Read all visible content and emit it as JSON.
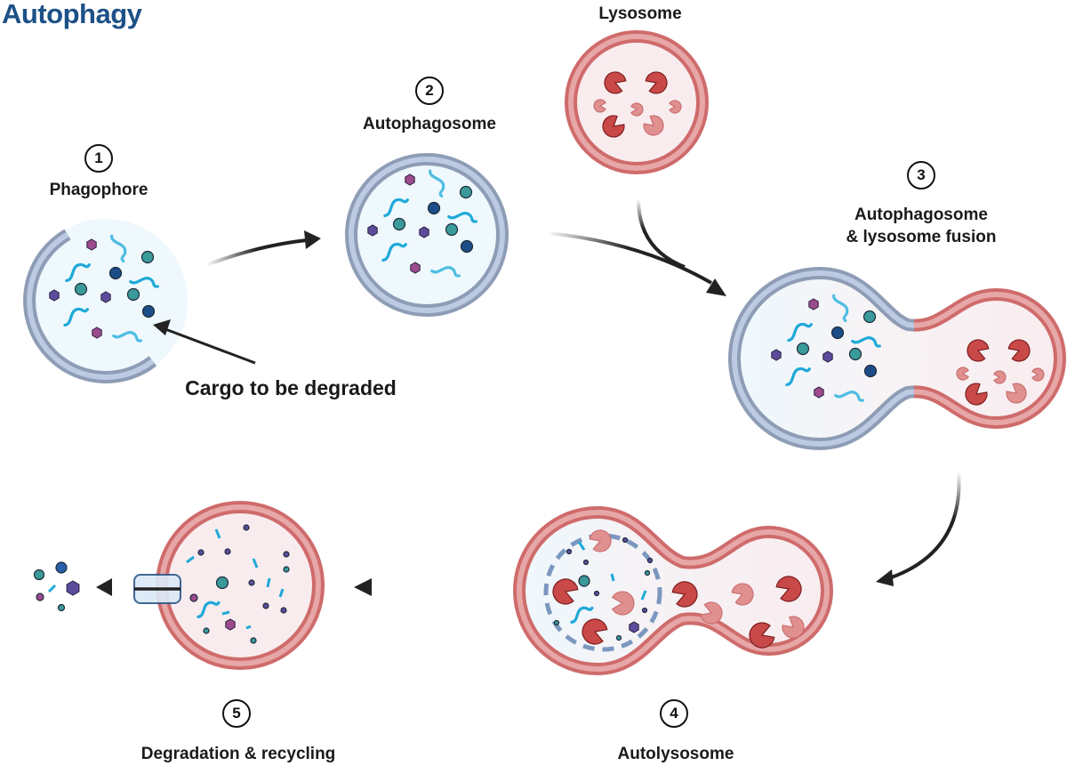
{
  "title": "Autophagy",
  "colors": {
    "title": "#1d5187",
    "autophagosome_membrane_outer": "#8e9db5",
    "autophagosome_membrane_inner": "#bccbe3",
    "autophagosome_lumen": "#eef8fd",
    "lysosome_membrane_outer": "#cf6b6b",
    "lysosome_membrane_inner": "#e7a7a7",
    "lysosome_lumen": "#f9ecef",
    "enzyme_active": "#c94848",
    "enzyme_inactive": "#e19090",
    "protein_wave": "#1ea9d8",
    "protein_wave_light": "#4fbde3",
    "teal_particle": "#3a9a9a",
    "navy_particle": "#1c4d86",
    "purple_hexagon": "#5b4d9c",
    "magenta_hexagon": "#9c4b8c",
    "arrow": "#222222",
    "transporter": "#dce9f7",
    "transporter_border": "#2f5c8a"
  },
  "steps": [
    {
      "number": "1",
      "label": "Phagophore"
    },
    {
      "number": "2",
      "label": "Autophagosome"
    },
    {
      "number": "3",
      "label_line1": "Autophagosome",
      "label_line2": "& lysosome fusion"
    },
    {
      "number": "4",
      "label": "Autolysosome"
    },
    {
      "number": "5",
      "label": "Degradation & recycling"
    }
  ],
  "lysosome_label": "Lysosome",
  "cargo_label": "Cargo to be degraded"
}
